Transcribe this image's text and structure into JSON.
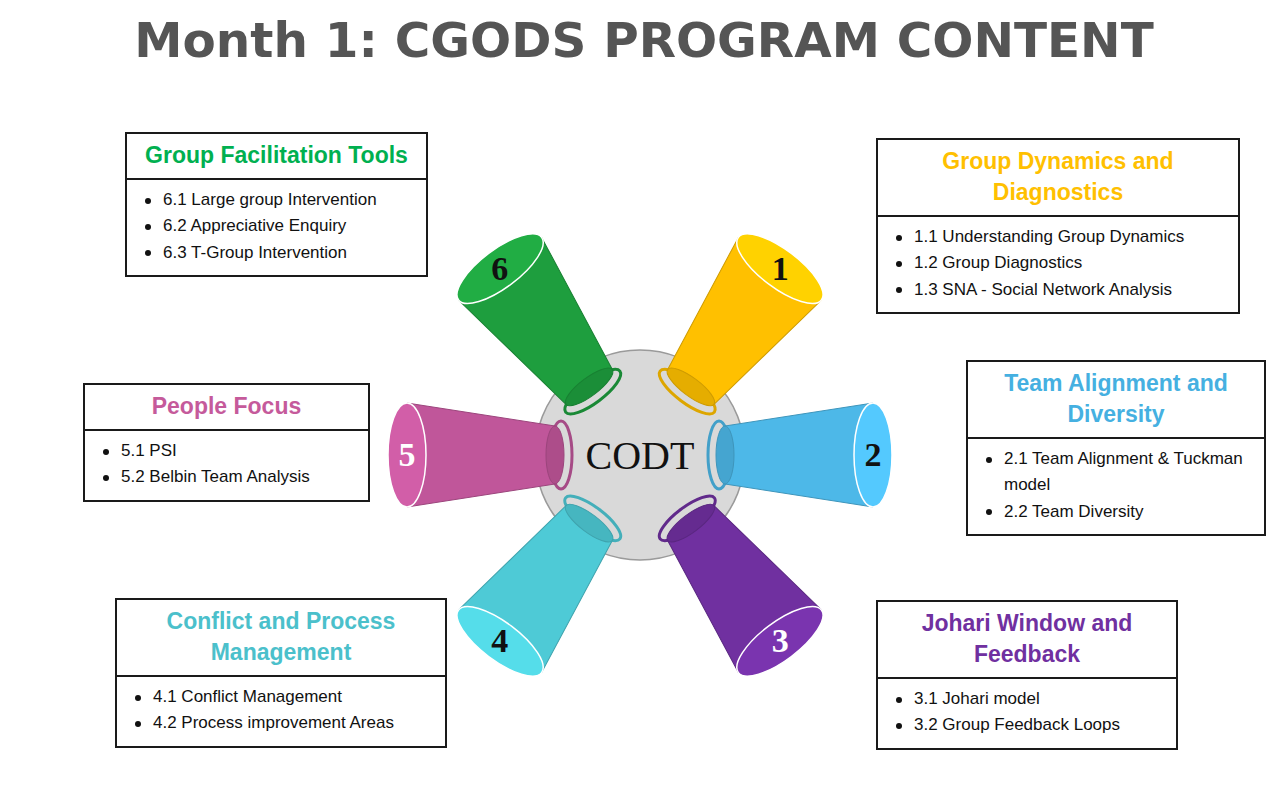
{
  "diagram": {
    "title": "Month 1: CGODS PROGRAM CONTENT",
    "nodes": [
      {
        "text": [
          "CODT"
        ]
      },
      {
        "text": [
          "1"
        ]
      },
      {
        "text": [
          "2"
        ]
      },
      {
        "text": [
          "3"
        ]
      },
      {
        "text": [
          "4"
        ]
      },
      {
        "text": [
          "5"
        ]
      },
      {
        "text": [
          "6"
        ]
      },
      {
        "text": [
          "Group Dynamics and Diagnostics",
          "1.1 Understanding Group Dynamics",
          "1.2 Group Diagnostics",
          "1.3 SNA - Social Network Analysis"
        ]
      },
      {
        "text": [
          "Team Alignment and Diversity",
          "2.1 Team Alignment & Tuckman model",
          "2.2 Team Diversity"
        ]
      },
      {
        "text": [
          "Johari Window and Feedback",
          "3.1 Johari model",
          "3.2 Group Feedback Loops"
        ]
      },
      {
        "text": [
          "Conflict and Process Management",
          "4.1 Conflict Management",
          "4.2 Process improvement Areas"
        ]
      },
      {
        "text": [
          "People Focus",
          "5.1 PSI",
          "5.2 Belbin Team Analysis"
        ]
      },
      {
        "text": [
          "Group Facilitation Tools",
          "6.1 Large group Intervention",
          "6.2 Appreciative Enquiry",
          "6.3 T-Group Intervention"
        ]
      }
    ]
  }
}
